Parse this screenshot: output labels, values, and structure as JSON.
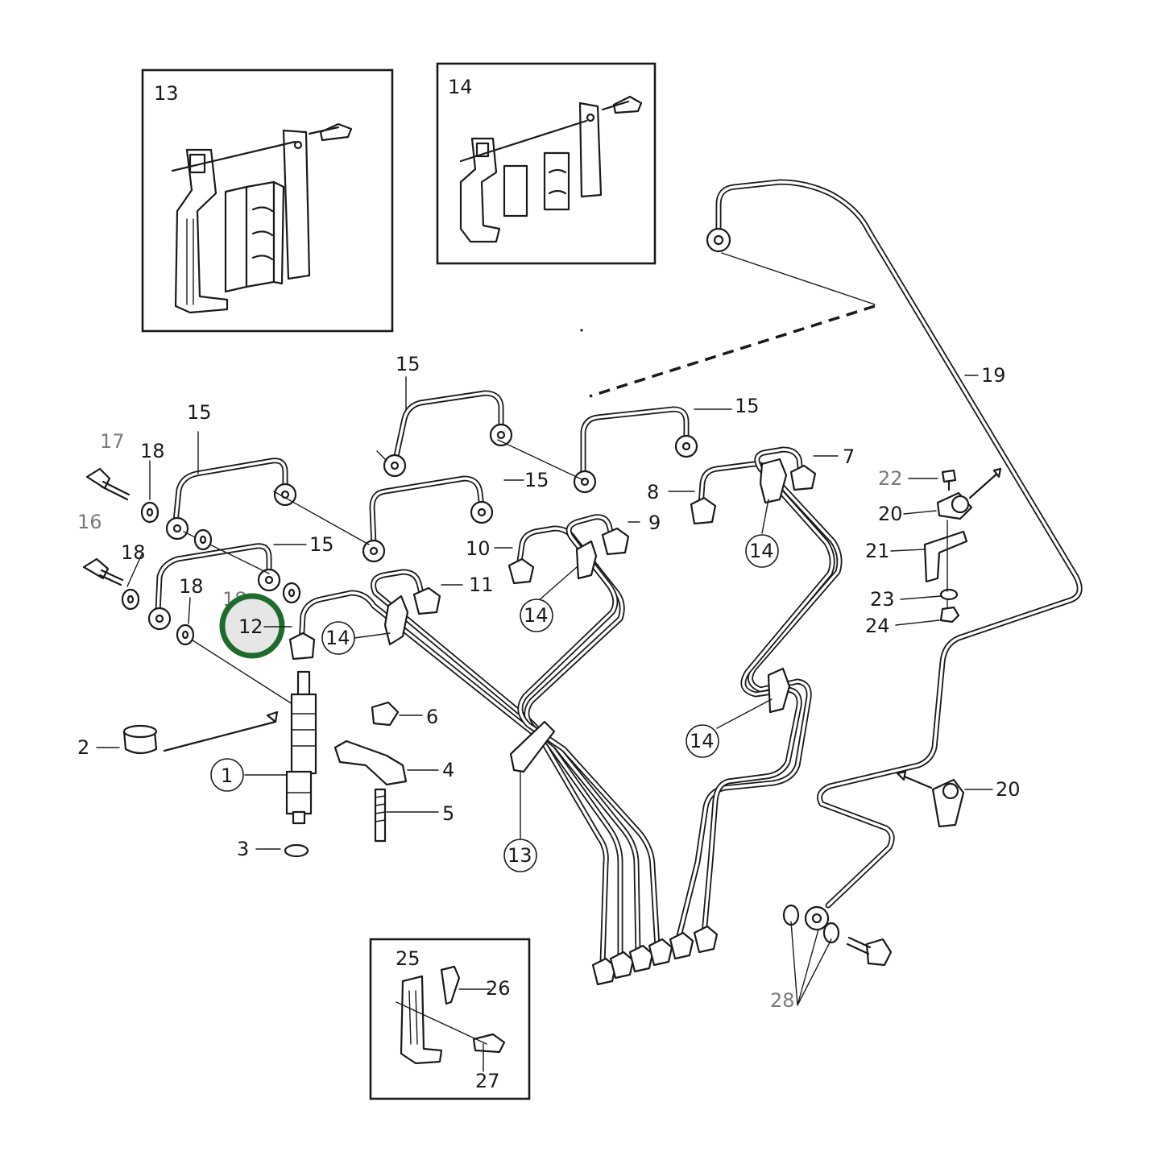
{
  "diagram": {
    "inset_labels": {
      "inset_a": "13",
      "inset_b": "14",
      "inset_c": "25"
    },
    "highlight_label": "12",
    "highlight_color": "#1f6b2c",
    "callouts": {
      "c1": "1",
      "c2": "2",
      "c3": "3",
      "c4": "4",
      "c5": "5",
      "c6": "6",
      "c7": "7",
      "c8": "8",
      "c9": "9",
      "c10": "10",
      "c11": "11",
      "c13": "13",
      "c14a": "14",
      "c14b": "14",
      "c14c": "14",
      "c14d": "14",
      "c15a": "15",
      "c15b": "15",
      "c15c": "15",
      "c15d": "15",
      "c15e": "15",
      "c16": "16",
      "c17": "17",
      "c18a": "18",
      "c18b": "18",
      "c18c": "18",
      "c18d": "18",
      "c19": "19",
      "c20a": "20",
      "c20b": "20",
      "c21": "21",
      "c22": "22",
      "c23": "23",
      "c24": "24",
      "c26": "26",
      "c27": "27",
      "c28": "28"
    }
  }
}
